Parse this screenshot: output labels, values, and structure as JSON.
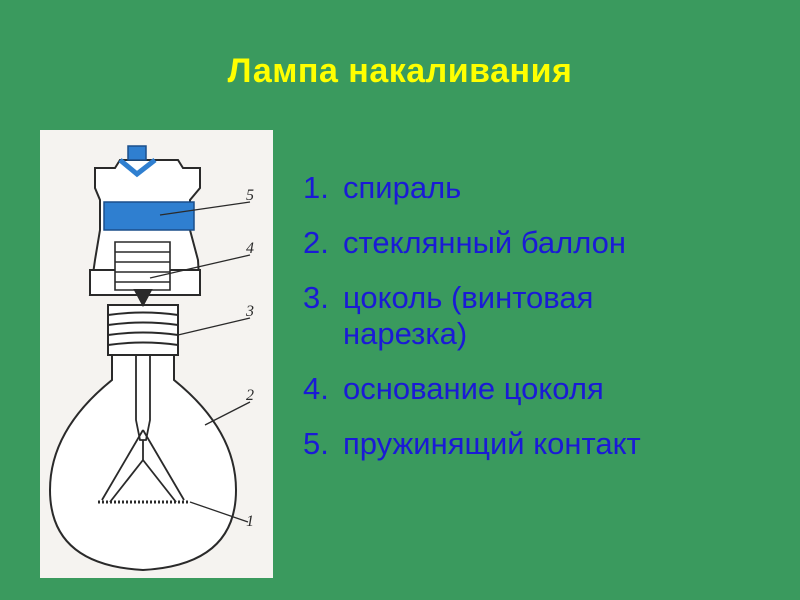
{
  "slide": {
    "title": "Лампа накаливания",
    "items": [
      {
        "number": "1.",
        "label": "спираль"
      },
      {
        "number": "2.",
        "label": "стеклянный баллон"
      },
      {
        "number": "3.",
        "label": "цоколь (винтовая нарезка)"
      },
      {
        "number": "4.",
        "label": "основание цоколя"
      },
      {
        "number": "5.",
        "label": "пружинящий контакт"
      }
    ]
  },
  "diagram": {
    "callouts": [
      "5",
      "4",
      "3",
      "2",
      "1"
    ]
  },
  "colors": {
    "background": "#3a9a5e",
    "title": "#ffff00",
    "list_text": "#1a1ad6",
    "figure_bg": "#f5f3f0",
    "accent_blue": "#2f7fd0"
  }
}
